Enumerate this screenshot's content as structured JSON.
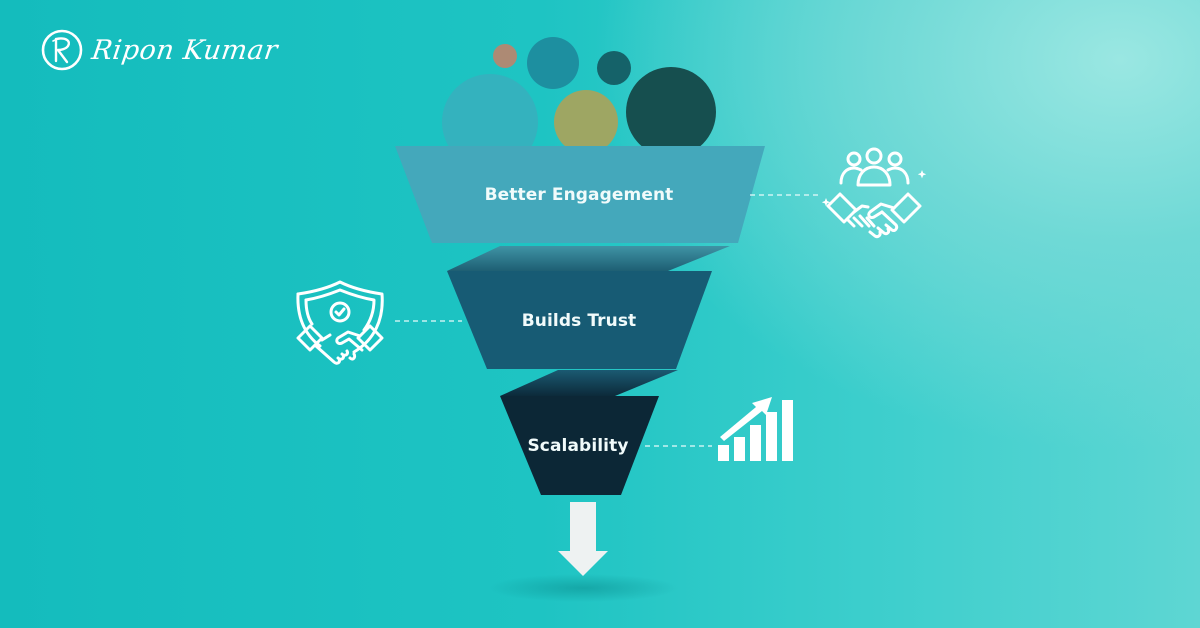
{
  "brand": {
    "name": "Ripon Kumar",
    "monogram": "R"
  },
  "funnel": {
    "stages": [
      {
        "label": "Better Engagement",
        "icon": "team-handshake-icon",
        "color": "#44a8bb"
      },
      {
        "label": "Builds Trust",
        "icon": "shield-handshake-icon",
        "color": "#175b74"
      },
      {
        "label": "Scalability",
        "icon": "growth-chart-icon",
        "color": "#0c2736"
      }
    ],
    "output_icon": "arrow-down-icon",
    "bubbles": [
      {
        "name": "bubble-light-teal",
        "color": "#34b2be"
      },
      {
        "name": "bubble-brown",
        "color": "#ad8a74"
      },
      {
        "name": "bubble-blue",
        "color": "#1d8fa0"
      },
      {
        "name": "bubble-olive",
        "color": "#9ea663"
      },
      {
        "name": "bubble-dark-teal",
        "color": "#156269"
      },
      {
        "name": "bubble-deep-green",
        "color": "#164f4f"
      }
    ]
  },
  "colors": {
    "background": "#1ec4c3",
    "label_text": "#f1fbfb",
    "icon_stroke": "#ffffff",
    "arrow": "#eef2f2"
  }
}
